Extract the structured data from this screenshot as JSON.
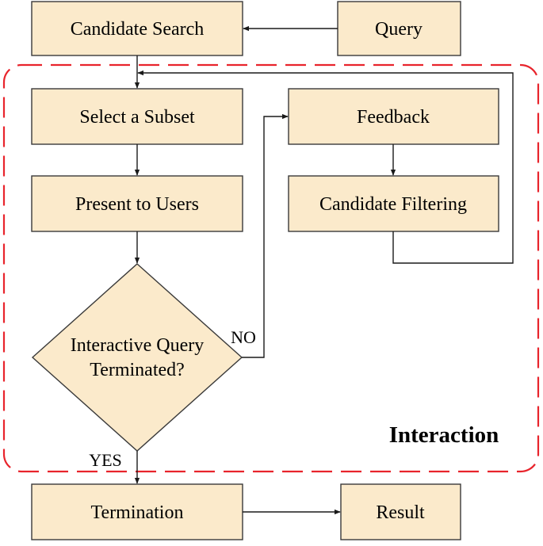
{
  "diagram": {
    "nodes": {
      "candidate_search": "Candidate Search",
      "query": "Query",
      "select_subset": "Select a Subset",
      "present_to_users": "Present to Users",
      "decision_line1": "Interactive Query",
      "decision_line2": "Terminated?",
      "feedback": "Feedback",
      "candidate_filtering": "Candidate Filtering",
      "termination": "Termination",
      "result": "Result"
    },
    "edge_labels": {
      "no": "NO",
      "yes": "YES"
    },
    "region": {
      "title": "Interaction",
      "border_color": "#e8242c"
    },
    "colors": {
      "box_fill": "#fbeacb",
      "box_stroke": "#3a3a3a"
    }
  }
}
